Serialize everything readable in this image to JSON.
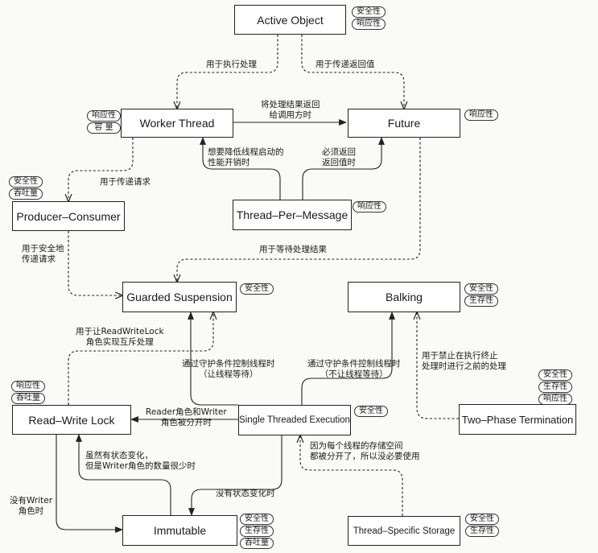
{
  "nodes": {
    "active_object": "Active Object",
    "worker_thread": "Worker Thread",
    "future": "Future",
    "producer_consumer": "Producer–Consumer",
    "thread_per_message": "Thread–Per–Message",
    "guarded_suspension": "Guarded Suspension",
    "balking": "Balking",
    "read_write_lock": "Read–Write Lock",
    "single_threaded_execution": "Single Threaded Execution",
    "two_phase_termination": "Two–Phase Termination",
    "immutable": "Immutable",
    "thread_specific_storage": "Thread–Specific Storage"
  },
  "tags": {
    "active_object": [
      "安全性",
      "响应性"
    ],
    "worker_thread": [
      "响应性",
      "容  量"
    ],
    "future": [
      "响应性"
    ],
    "producer_consumer": [
      "安全性",
      "吞吐量"
    ],
    "thread_per_message": [
      "响应性"
    ],
    "guarded_suspension": [
      "安全性"
    ],
    "balking": [
      "安全性",
      "生存性"
    ],
    "read_write_lock": [
      "响应性",
      "吞吐量"
    ],
    "single_threaded_execution": [
      "安全性"
    ],
    "two_phase_termination": [
      "安全性",
      "生存性",
      "响应性"
    ],
    "immutable": [
      "安全性",
      "生存性",
      "吞吐量"
    ],
    "thread_specific_storage": [
      "安全性",
      "生存性"
    ]
  },
  "labels": {
    "exec": [
      "用于执行处理"
    ],
    "return_value": [
      "用于传递返回值"
    ],
    "pass_result": [
      "将处理结果返回",
      "给调用方时"
    ],
    "reduce_cost": [
      "想要降低线程启动的",
      "性能开销时"
    ],
    "must_return": [
      "必须返回",
      "返回值时"
    ],
    "pass_request": [
      "用于传递请求"
    ],
    "safe_pass": [
      "用于安全地",
      "传递请求"
    ],
    "wait_result": [
      "用于等待处理结果"
    ],
    "rwlock_mutex": [
      "用于让ReadWriteLock",
      "角色实现互斥处理"
    ],
    "guard_wait": [
      "通过守护条件控制线程时",
      "（让线程等待）"
    ],
    "guard_nowait": [
      "通过守护条件控制线程时",
      "（不让线程等待）"
    ],
    "stop_before": [
      "用于禁止在执行终止",
      "处理时进行之前的处理"
    ],
    "reader_writer": [
      "Reader角色和Writer",
      "角色被分开时"
    ],
    "state_change": [
      "虽然有状态变化，",
      "但是Writer角色的数量很少时"
    ],
    "no_writer": [
      "没有Writer",
      "角色时"
    ],
    "no_state_change": [
      "没有状态变化时"
    ],
    "storage_split": [
      "因为每个线程的存储空间",
      "都被分开了，所以没必要使用"
    ]
  }
}
